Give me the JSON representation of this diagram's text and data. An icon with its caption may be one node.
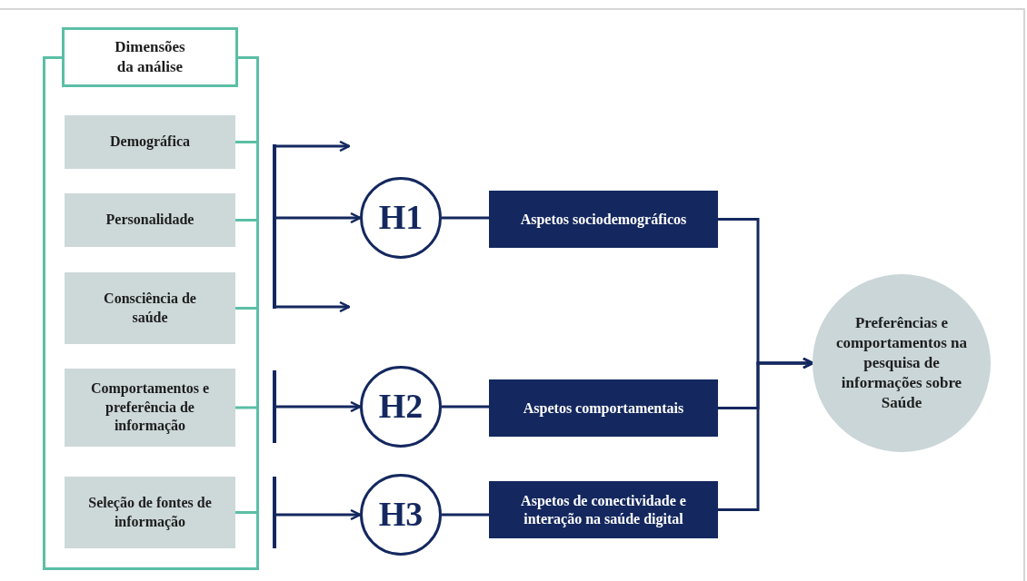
{
  "diagram": {
    "nodes": [
      {
        "text": [
          "Dimensões da análise"
        ]
      },
      {
        "text": [
          "Demográfica"
        ],
        "in": 0
      },
      {
        "text": [
          "Personalidade"
        ],
        "in": 0
      },
      {
        "text": [
          "Consciência de saúde"
        ],
        "in": 0
      },
      {
        "text": [
          "Comportamentos e preferência de informação"
        ],
        "in": 0
      },
      {
        "text": [
          "Seleção de fontes de informação"
        ],
        "in": 0
      },
      {
        "text": [],
        "shape": "bar"
      },
      {
        "text": [],
        "shape": "bar"
      },
      {
        "text": [],
        "shape": "bar"
      },
      {
        "text": [
          "H1"
        ]
      },
      {
        "text": [
          "H2"
        ]
      },
      {
        "text": [
          "H3"
        ]
      },
      {
        "text": [
          "Aspetos sociodemográficos"
        ]
      },
      {
        "text": [
          "Aspetos comportamentais"
        ]
      },
      {
        "text": [
          "Aspetos de conectividade e interação na saúde digital"
        ]
      },
      {
        "text": [
          "Preferências e comportamentos na pesquisa de informações sobre Saúde"
        ]
      }
    ],
    "edges": [
      {
        "from": 6,
        "to": null,
        "arrow": "to"
      },
      {
        "from": 6,
        "to": 9,
        "arrow": "to"
      },
      {
        "from": 6,
        "to": null,
        "arrow": "to"
      },
      {
        "from": 7,
        "to": 10,
        "arrow": "to"
      },
      {
        "from": 8,
        "to": 11,
        "arrow": "to"
      },
      {
        "from": 9,
        "to": 12,
        "arrow": "none"
      },
      {
        "from": 10,
        "to": 13,
        "arrow": "none"
      },
      {
        "from": 11,
        "to": 14,
        "arrow": "none"
      },
      {
        "from": 12,
        "to": 15,
        "arrow": "to"
      },
      {
        "from": 13,
        "to": 15,
        "arrow": "to"
      },
      {
        "from": 14,
        "to": 15,
        "arrow": "to"
      }
    ]
  }
}
